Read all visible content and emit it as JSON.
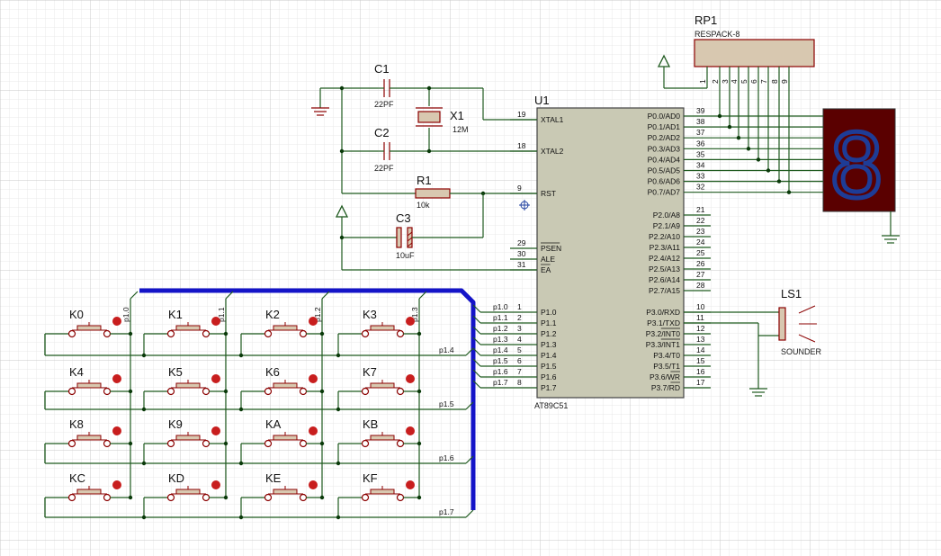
{
  "colors": {
    "grid_minor": "#e9e9e9",
    "grid_major": "#c8c8c8",
    "wire": "#1f5a1f",
    "component": "#8b0000",
    "chip_fill": "#c9c9b4",
    "bus": "#1414c8",
    "display_bg": "#5a0000",
    "segment": "#1e3c96",
    "button_red": "#c81e1e"
  },
  "u1": {
    "ref": "U1",
    "part": "AT89C51",
    "left_pins": [
      {
        "num": "19",
        "label": "XTAL1"
      },
      {
        "num": "18",
        "label": "XTAL2"
      },
      {
        "num": "9",
        "label": "RST"
      },
      {
        "num": "29",
        "label": "PSEN"
      },
      {
        "num": "30",
        "label": "ALE"
      },
      {
        "num": "31",
        "label": "EA"
      },
      {
        "num": "1",
        "label": "P1.0"
      },
      {
        "num": "2",
        "label": "P1.1"
      },
      {
        "num": "3",
        "label": "P1.2"
      },
      {
        "num": "4",
        "label": "P1.3"
      },
      {
        "num": "5",
        "label": "P1.4"
      },
      {
        "num": "6",
        "label": "P1.5"
      },
      {
        "num": "7",
        "label": "P1.6"
      },
      {
        "num": "8",
        "label": "P1.7"
      }
    ],
    "right_pins": [
      {
        "num": "39",
        "label": "P0.0/AD0"
      },
      {
        "num": "38",
        "label": "P0.1/AD1"
      },
      {
        "num": "37",
        "label": "P0.2/AD2"
      },
      {
        "num": "36",
        "label": "P0.3/AD3"
      },
      {
        "num": "35",
        "label": "P0.4/AD4"
      },
      {
        "num": "34",
        "label": "P0.5/AD5"
      },
      {
        "num": "33",
        "label": "P0.6/AD6"
      },
      {
        "num": "32",
        "label": "P0.7/AD7"
      },
      {
        "num": "21",
        "label": "P2.0/A8"
      },
      {
        "num": "22",
        "label": "P2.1/A9"
      },
      {
        "num": "23",
        "label": "P2.2/A10"
      },
      {
        "num": "24",
        "label": "P2.3/A11"
      },
      {
        "num": "25",
        "label": "P2.4/A12"
      },
      {
        "num": "26",
        "label": "P2.5/A13"
      },
      {
        "num": "27",
        "label": "P2.6/A14"
      },
      {
        "num": "28",
        "label": "P2.7/A15"
      },
      {
        "num": "10",
        "label": "P3.0/RXD"
      },
      {
        "num": "11",
        "label": "P3.1/TXD"
      },
      {
        "num": "12",
        "label": "P3.2/INT0"
      },
      {
        "num": "13",
        "label": "P3.3/INT1"
      },
      {
        "num": "14",
        "label": "P3.4/T0"
      },
      {
        "num": "15",
        "label": "P3.5/T1"
      },
      {
        "num": "16",
        "label": "P3.6/WR"
      },
      {
        "num": "17",
        "label": "P3.7/RD"
      }
    ],
    "net_labels": [
      "p1.0",
      "p1.1",
      "p1.2",
      "p1.3",
      "p1.4",
      "p1.5",
      "p1.6",
      "p1.7"
    ]
  },
  "rp1": {
    "ref": "RP1",
    "part": "RESPACK-8",
    "pins": [
      "1",
      "2",
      "3",
      "4",
      "5",
      "6",
      "7",
      "8",
      "9"
    ]
  },
  "c1": {
    "ref": "C1",
    "value": "22PF"
  },
  "c2": {
    "ref": "C2",
    "value": "22PF"
  },
  "c3": {
    "ref": "C3",
    "value": "10uF"
  },
  "x1": {
    "ref": "X1",
    "value": "12M"
  },
  "r1": {
    "ref": "R1",
    "value": "10k"
  },
  "ls1": {
    "ref": "LS1",
    "part": "SOUNDER"
  },
  "display": {
    "digit": "8"
  },
  "keys": [
    "K0",
    "K1",
    "K2",
    "K3",
    "K4",
    "K5",
    "K6",
    "K7",
    "K8",
    "K9",
    "KA",
    "KB",
    "KC",
    "KD",
    "KE",
    "KF"
  ],
  "column_nets": [
    "p1.0",
    "p1.1",
    "p1.2",
    "p1.3"
  ],
  "row_nets": [
    "p1.4",
    "p1.5",
    "p1.6",
    "p1.7"
  ]
}
